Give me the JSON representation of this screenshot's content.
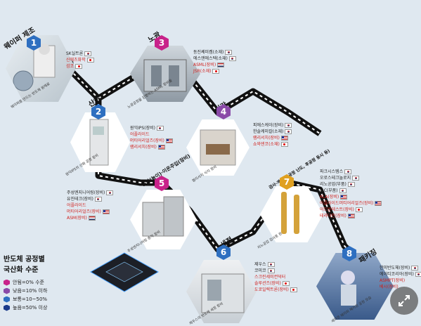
{
  "steps": [
    {
      "num": "1",
      "title": "웨이퍼 제조",
      "color": "#2e6fc0",
      "companies": [
        {
          "name": "SK실트론",
          "flag": "kr",
          "red": false
        },
        {
          "name": "신에츠화학",
          "flag": "jp",
          "red": true
        },
        {
          "name": "섬코",
          "flag": "jp",
          "red": true
        }
      ],
      "caption": "웨이퍼를 만드는 반도체 원재료"
    },
    {
      "num": "2",
      "title": "산화",
      "color": "#2e6fc0",
      "companies": [
        {
          "name": "원익IPS(장비)",
          "flag": "kr",
          "red": false
        },
        {
          "name": "어플라이드",
          "flag": "",
          "red": true
        },
        {
          "name": "머티어리얼즈(장비)",
          "flag": "us",
          "red": true
        },
        {
          "name": "램리서치(장비)",
          "flag": "us",
          "red": true
        }
      ],
      "caption": "원익IPS의 산화 공정 장비"
    },
    {
      "num": "3",
      "title": "노광",
      "color": "#c8228a",
      "companies": [
        {
          "name": "동진쎄미켐(소재)",
          "flag": "kr",
          "red": false
        },
        {
          "name": "에스앤에스텍(소재)",
          "flag": "kr",
          "red": false
        },
        {
          "name": "ASML(장비)",
          "flag": "nl",
          "red": true
        },
        {
          "name": "JSR(소재)",
          "flag": "jp",
          "red": true
        }
      ],
      "caption": "노광공정을 진행하는 ASML 장비들"
    },
    {
      "num": "4",
      "title": "식각",
      "color": "#8a4aa8",
      "companies": [
        {
          "name": "피에스케이(장비)",
          "flag": "kr",
          "red": false
        },
        {
          "name": "한솔케미칼(소재)",
          "flag": "kr",
          "red": false
        },
        {
          "name": "램리서치(장비)",
          "flag": "us",
          "red": true
        },
        {
          "name": "쇼와덴코(소재)",
          "flag": "jp",
          "red": true
        }
      ],
      "caption": "램리서치 식각 장비"
    },
    {
      "num": "5",
      "title": "증착(높이)·이온주입(장비)",
      "color": "#c8228a",
      "companies": [
        {
          "name": "주성엔지니어링(장비)",
          "flag": "kr",
          "red": false
        },
        {
          "name": "유진테크(장비)",
          "flag": "kr",
          "red": false
        },
        {
          "name": "어플라이드",
          "flag": "",
          "red": true
        },
        {
          "name": "머티어리얼즈(장비)",
          "flag": "us",
          "red": true
        },
        {
          "name": "ASM(장비)",
          "flag": "nl",
          "red": true
        }
      ],
      "caption": "주성엔지니어링 증착 장비"
    },
    {
      "num": "6",
      "title": "세정",
      "color": "#2e6fc0",
      "companies": [
        {
          "name": "제우스",
          "flag": "kr",
          "red": false
        },
        {
          "name": "코미코",
          "flag": "kr",
          "red": false
        },
        {
          "name": "스크린세미컨덕터",
          "flag": "",
          "red": true
        },
        {
          "name": "솔루션즈(장비)",
          "flag": "jp",
          "red": true
        },
        {
          "name": "도쿄일렉트론(장비)",
          "flag": "jp",
          "red": true
        }
      ],
      "caption": "제우스의 반도체 세정 장비"
    },
    {
      "num": "7",
      "title": "검사·계측(전공정 난도, 후공정 동시 등)",
      "color": "#e0a020",
      "companies": [
        {
          "name": "파크시스템스",
          "flag": "kr",
          "red": false
        },
        {
          "name": "오로스테크놀로지",
          "flag": "kr",
          "red": false
        },
        {
          "name": "리노공업(부품)",
          "flag": "kr",
          "red": false
        },
        {
          "name": "ISC(부품)",
          "flag": "kr",
          "red": false
        },
        {
          "name": "KLA(장비)",
          "flag": "us",
          "red": true
        },
        {
          "name": "어플라이드머티어리얼즈(장비)",
          "flag": "us",
          "red": true
        },
        {
          "name": "어드반테스트(장비)",
          "flag": "jp",
          "red": true
        },
        {
          "name": "테라다인(장비)",
          "flag": "us",
          "red": true
        }
      ],
      "caption": "리노공업 검사용 핀"
    },
    {
      "num": "8",
      "title": "패키징",
      "color": "#2e6fc0",
      "companies": [
        {
          "name": "한미반도체(장비)",
          "flag": "kr",
          "red": false
        },
        {
          "name": "에이티코리아(장비)",
          "flag": "kr",
          "red": false
        },
        {
          "name": "ASMPT(장비)",
          "flag": "",
          "red": true
        },
        {
          "name": "베시(장비)",
          "flag": "",
          "red": true
        }
      ],
      "caption": "세미콘 웨이퍼 패키징 공정 모습"
    }
  ],
  "legend": {
    "title1": "반도체 공정별",
    "title2": "국산화 수준",
    "items": [
      {
        "label": "안됨=0% 수준",
        "color": "#c8228a"
      },
      {
        "label": "낮음=10% 이하",
        "color": "#8a4aa8"
      },
      {
        "label": "보통=10~50%",
        "color": "#2e6fc0"
      },
      {
        "label": "높음=50% 이상",
        "color": "#1a3a8a"
      }
    ]
  },
  "expand_icon": "expand-arrows-icon"
}
